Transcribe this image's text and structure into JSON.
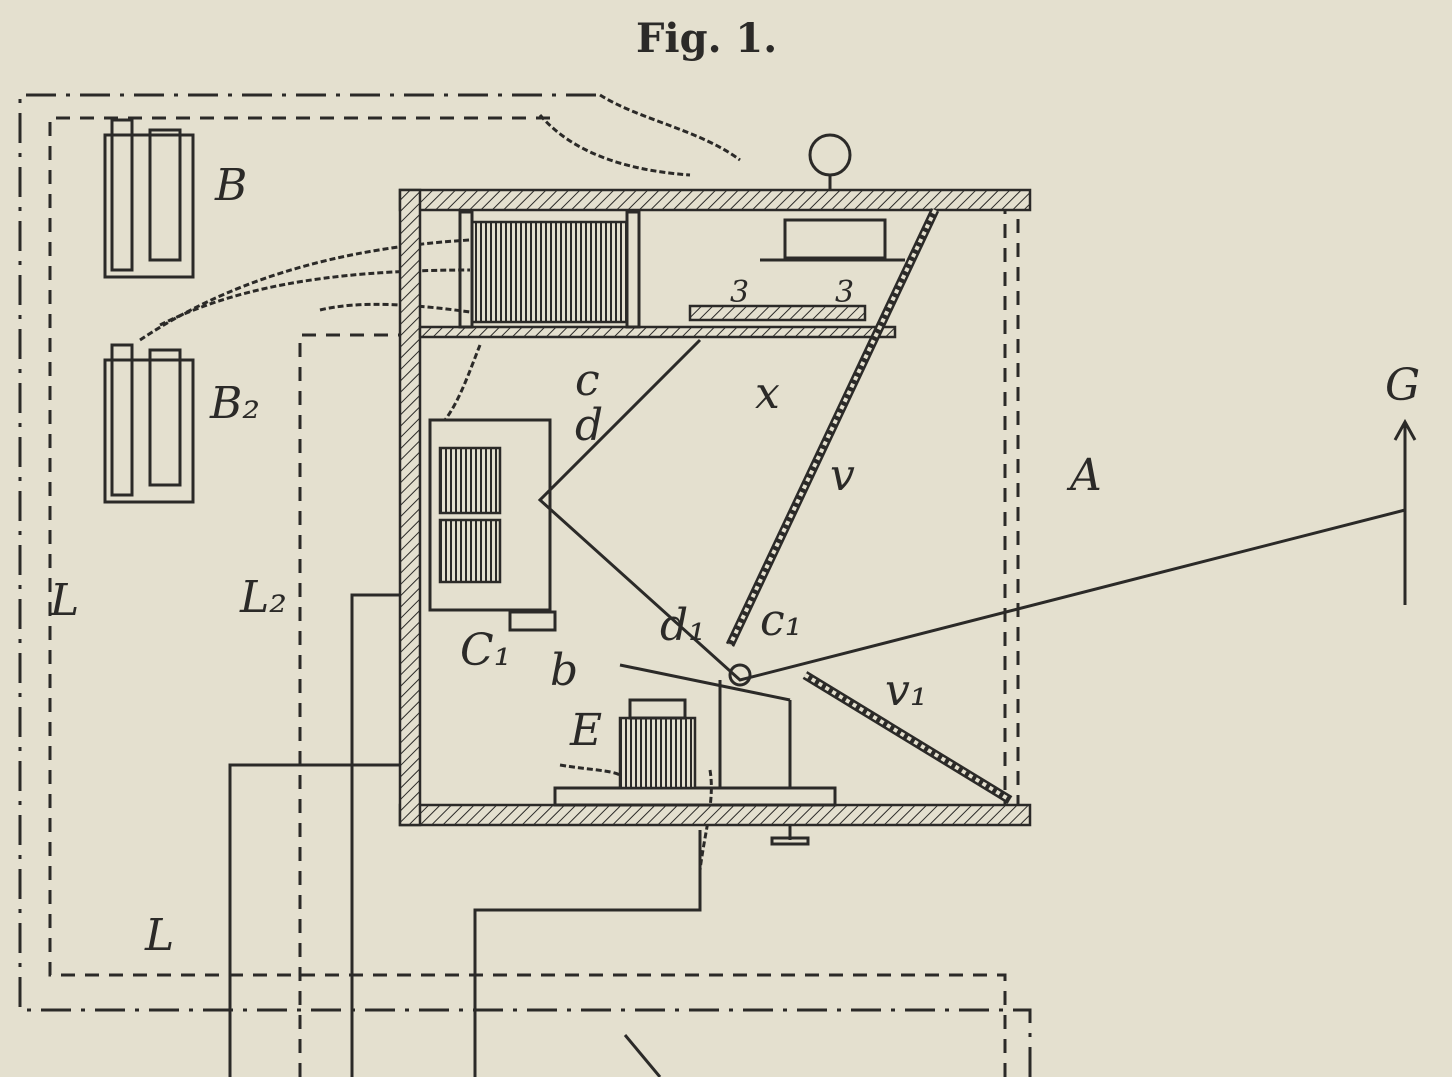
{
  "figure": {
    "title": "Fig. 1.",
    "labels": {
      "battery_1": "B",
      "battery_2": "B₂",
      "contact_c": "c",
      "contact_d": "d",
      "lever_x": "x",
      "mirror_v": "v",
      "housing": "A",
      "target": "G",
      "line_L": "L",
      "line_L2": "L₂",
      "magnet_C1": "C₁",
      "contact_d1": "d₁",
      "contact_c1": "c₁",
      "lever_b": "b",
      "magnet_E": "E",
      "mirror_v1": "v₁",
      "line_L_lower": "L",
      "part_3a": "3",
      "part_3b": "3"
    }
  }
}
